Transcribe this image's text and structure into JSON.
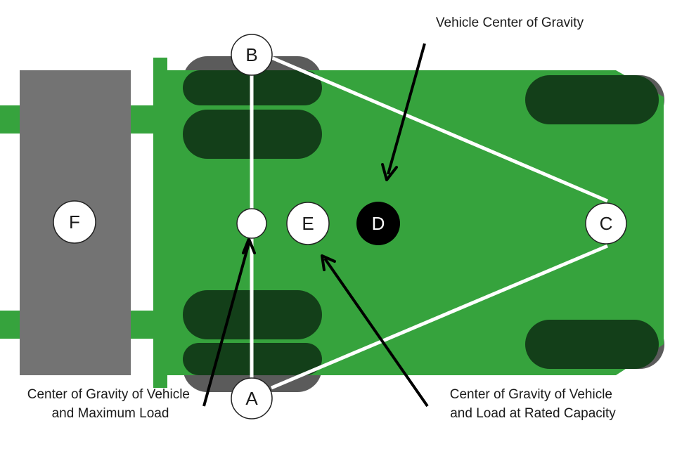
{
  "colors": {
    "body_green": "#36a33d",
    "tire_dark": "#133f19",
    "tire_edge_gray": "#5b5b5b",
    "load_gray": "#737373",
    "triangle_white": "#ffffff",
    "vehicle_cg_black": "#000000",
    "arrow_black": "#000000"
  },
  "points": {
    "A": {
      "label": "A"
    },
    "B": {
      "label": "B"
    },
    "C": {
      "label": "C"
    },
    "D": {
      "label": "D"
    },
    "E": {
      "label": "E"
    },
    "F": {
      "label": "F"
    },
    "max_load_cg": {
      "label": ""
    }
  },
  "callouts": {
    "vehicle_cg": {
      "lines": [
        "Vehicle Center of Gravity"
      ]
    },
    "max_load_cg": {
      "lines": [
        "Center of Gravity of Vehicle",
        "and Maximum Load"
      ]
    },
    "rated_capacity_cg": {
      "lines": [
        "Center of Gravity of Vehicle",
        "and Load at Rated Capacity"
      ]
    }
  }
}
